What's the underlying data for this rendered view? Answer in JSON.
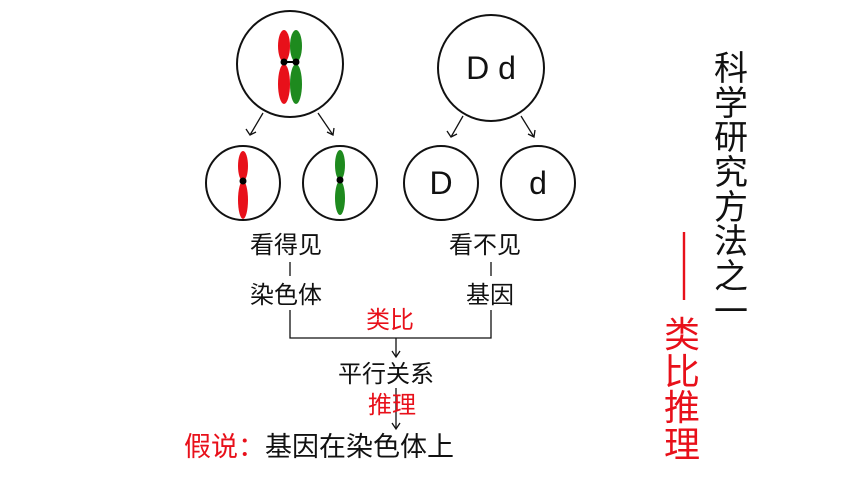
{
  "colors": {
    "red": "#e8101a",
    "green": "#1e8a1e",
    "text": "#111111"
  },
  "gene_labels": {
    "parent": "D d",
    "child_left": "D",
    "child_right": "d"
  },
  "labels": {
    "visible": "看得见",
    "invisible": "看不见",
    "chromosome": "染色体",
    "gene": "基因",
    "analogy": "类比",
    "parallel": "平行关系",
    "reasoning": "推理",
    "hypothesis_prefix": "假说：",
    "hypothesis_text": "基因在染色体上"
  },
  "side_title": {
    "main": [
      "科",
      "学",
      "研",
      "究",
      "方",
      "法",
      "之",
      "一"
    ],
    "dash": "——",
    "method": [
      "类",
      "比",
      "推",
      "理"
    ]
  }
}
